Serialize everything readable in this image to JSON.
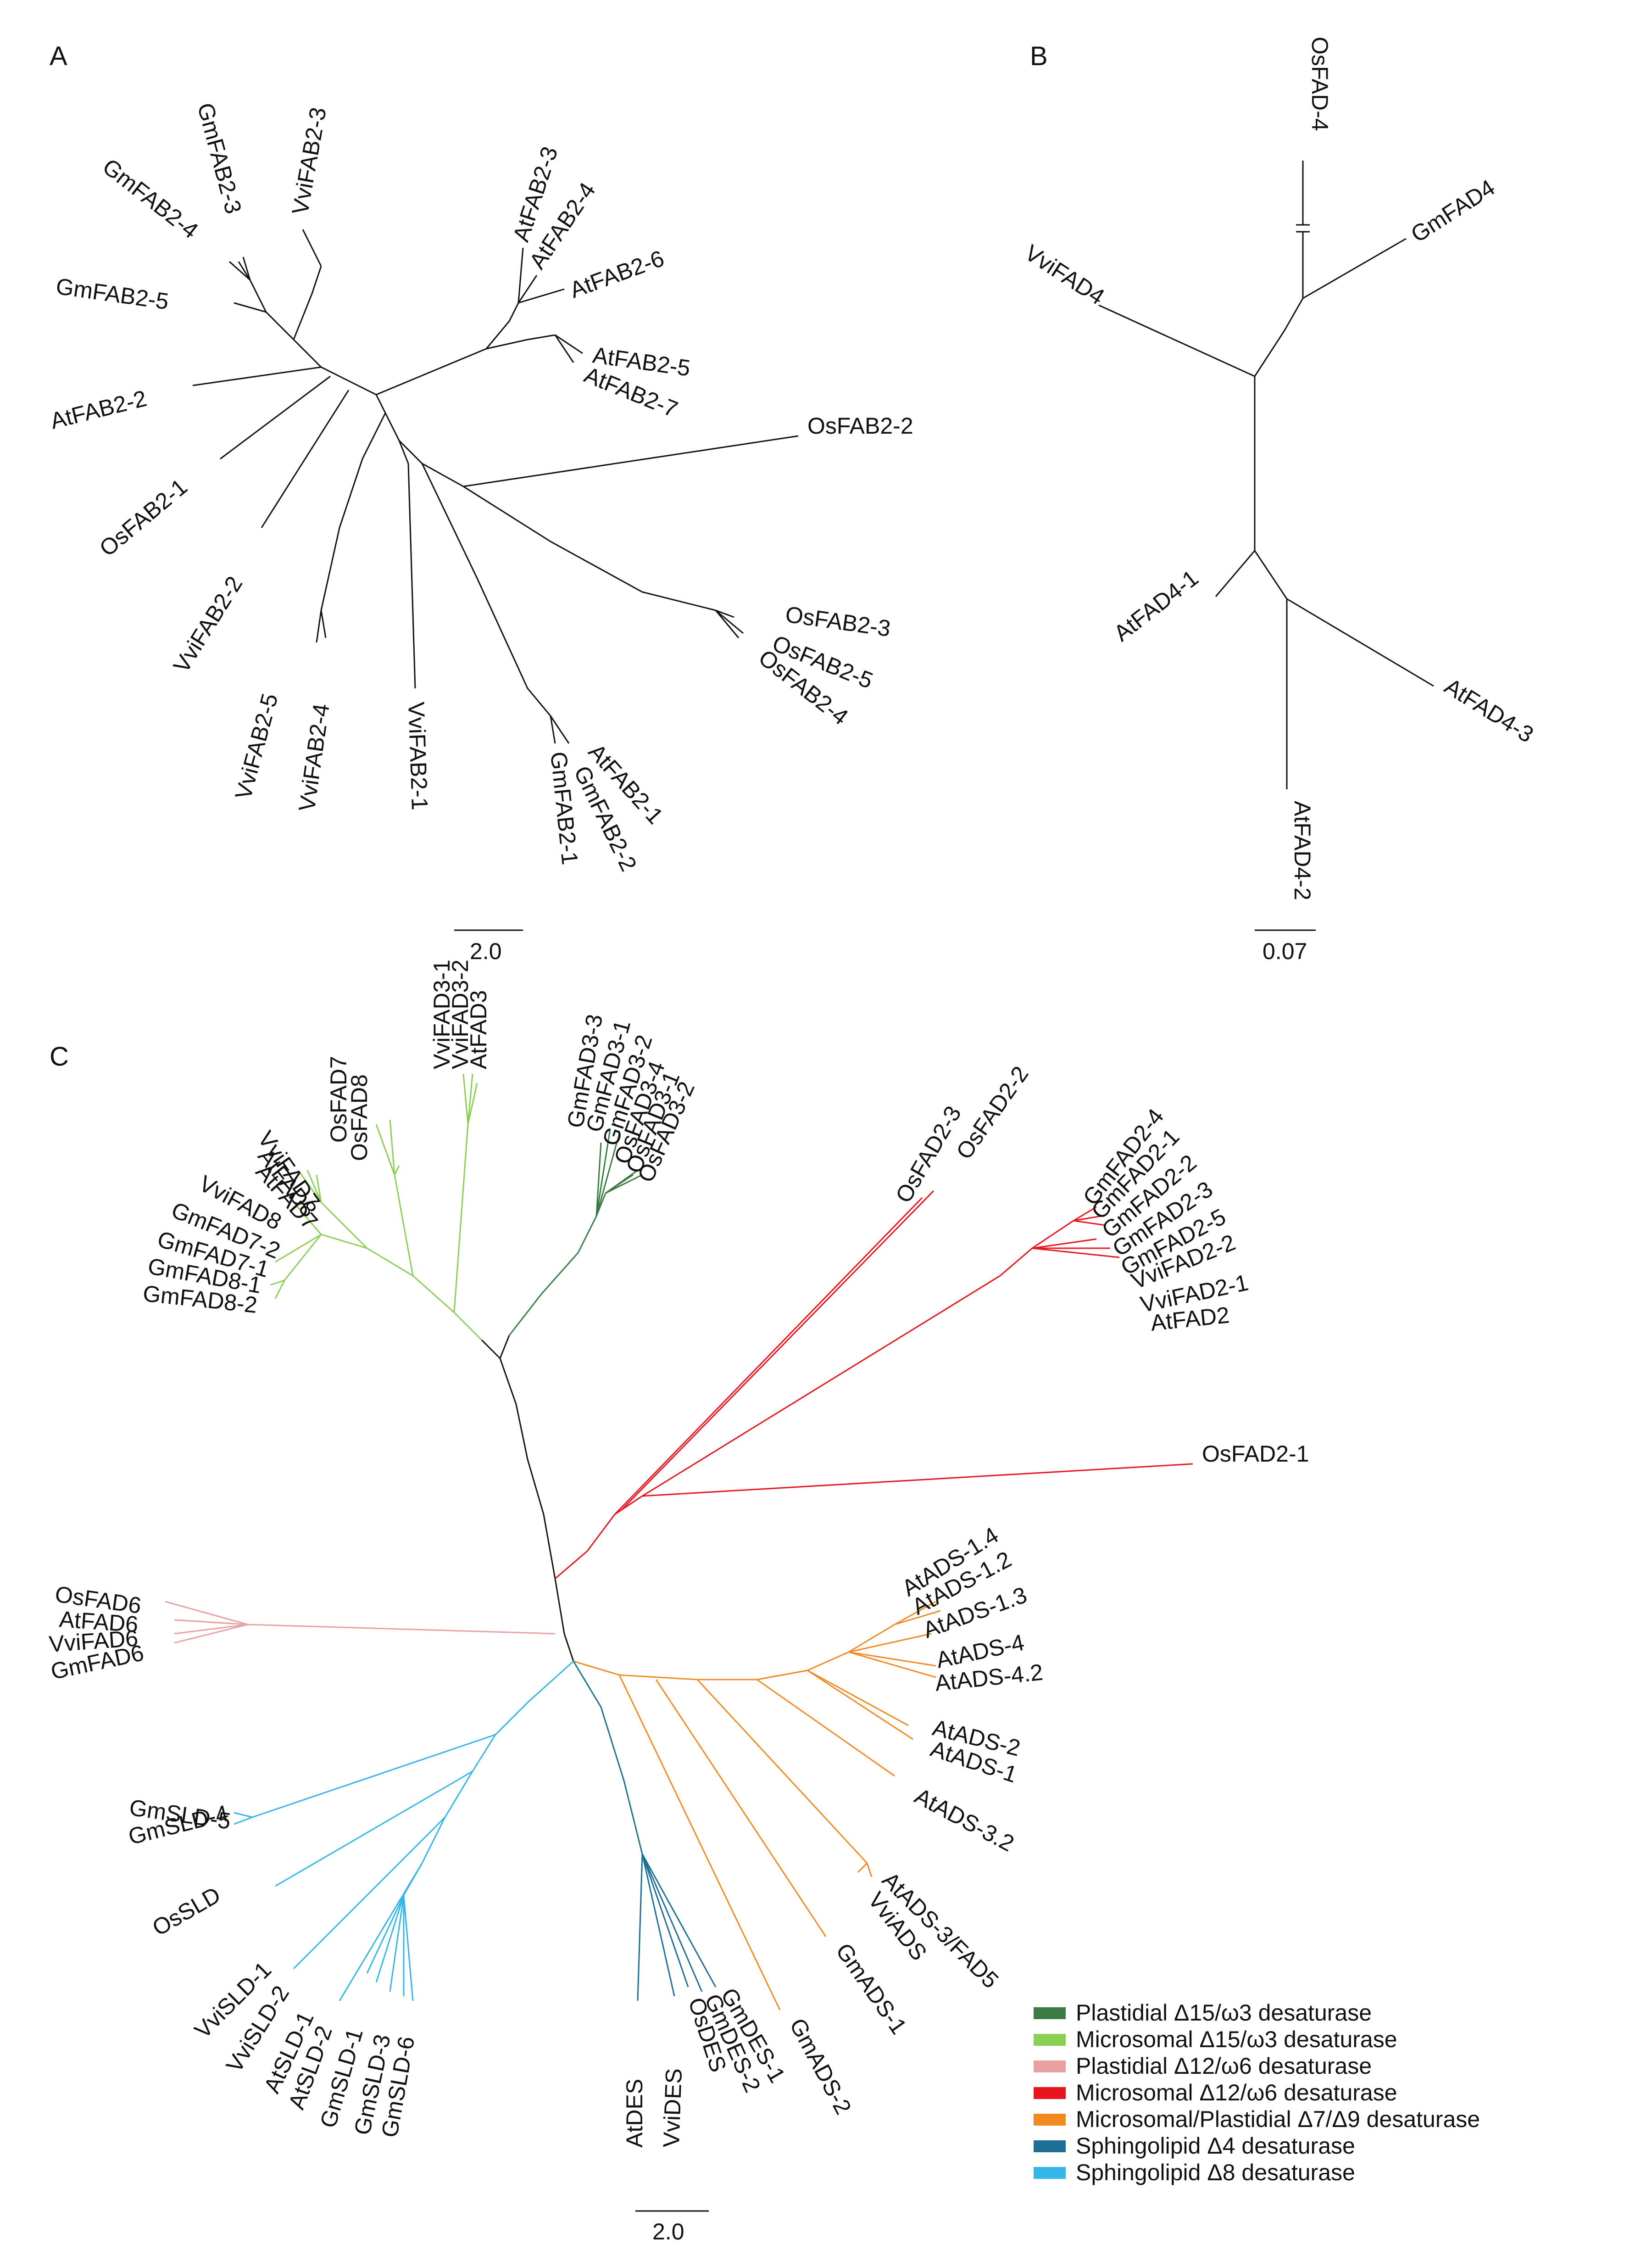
{
  "panels": {
    "A": {
      "label": "A",
      "scale_bar": "2.0",
      "leaves": [
        "GmFAB2-3",
        "VviFAB2-3",
        "GmFAB2-4",
        "GmFAB2-5",
        "AtFAB2-2",
        "OsFAB2-1",
        "VviFAB2-2",
        "VviFAB2-5",
        "VviFAB2-4",
        "VviFAB2-1",
        "AtFAB2-1",
        "GmFAB2-2",
        "GmFAB2-1",
        "AtFAB2-3",
        "AtFAB2-4",
        "AtFAB2-6",
        "AtFAB2-5",
        "AtFAB2-7",
        "OsFAB2-2",
        "OsFAB2-3",
        "OsFAB2-5",
        "OsFAB2-4"
      ]
    },
    "B": {
      "label": "B",
      "scale_bar": "0.07",
      "leaves": [
        "OsFAD-4",
        "GmFAD4",
        "VviFAD4",
        "AtFAD4-1",
        "AtFAD4-3",
        "AtFAD4-2"
      ]
    },
    "C": {
      "label": "C",
      "scale_bar": "2.0",
      "leaves": [
        "OsFAD7",
        "OsFAD8",
        "VviFAD3-1",
        "VviFAD3-2",
        "AtFAD3",
        "GmFAD3-3",
        "GmFAD3-1",
        "GmFAD3-2",
        "OsFAD3-4",
        "OsFAD3-1",
        "OsFAD3-2",
        "VviFAD7",
        "AtFAD8",
        "AtFAD7",
        "VviFAD8",
        "GmFAD7-2",
        "GmFAD7-1",
        "GmFAD8-1",
        "GmFAD8-2",
        "OsFAD2-3",
        "OsFAD2-2",
        "GmFAD2-4",
        "GmFAD2-1",
        "GmFAD2-2",
        "GmFAD2-3",
        "GmFAD2-5",
        "VviFAD2-2",
        "VviFAD2-1",
        "AtFAD2",
        "OsFAD2-1",
        "OsFAD6",
        "AtFAD6",
        "VviFAD6",
        "GmFAD6",
        "AtADS-1.4",
        "AtADS-1.2",
        "AtADS-1.3",
        "AtADS-4",
        "AtADS-4.2",
        "AtADS-2",
        "AtADS-1",
        "AtADS-3.2",
        "AtADS-3/FAD5",
        "VviADS",
        "GmADS-1",
        "GmADS-2",
        "GmSLD-5",
        "GmSLD-4",
        "OsSLD",
        "VviSLD-1",
        "VviSLD-2",
        "AtSLD-1",
        "AtSLD-2",
        "GmSLD-1",
        "GmSLD-3",
        "GmSLD-6",
        "AtDES",
        "VviDES",
        "OsDES",
        "GmDES-2",
        "GmDES-1"
      ]
    }
  },
  "legend": [
    {
      "label": "Plastidial Δ15/ω3 desaturase",
      "color": "#3a7d44"
    },
    {
      "label": "Microsomal Δ15/ω3 desaturase",
      "color": "#8ccf55"
    },
    {
      "label": "Plastidial Δ12/ω6 desaturase",
      "color": "#e8a0a0"
    },
    {
      "label": "Microsomal Δ12/ω6 desaturase",
      "color": "#e8141e"
    },
    {
      "label": "Microsomal/Plastidial Δ7/Δ9 desaturase",
      "color": "#f28a22"
    },
    {
      "label": "Sphingolipid Δ4 desaturase",
      "color": "#1d6f96"
    },
    {
      "label": "Sphingolipid Δ8 desaturase",
      "color": "#35b6e8"
    }
  ]
}
